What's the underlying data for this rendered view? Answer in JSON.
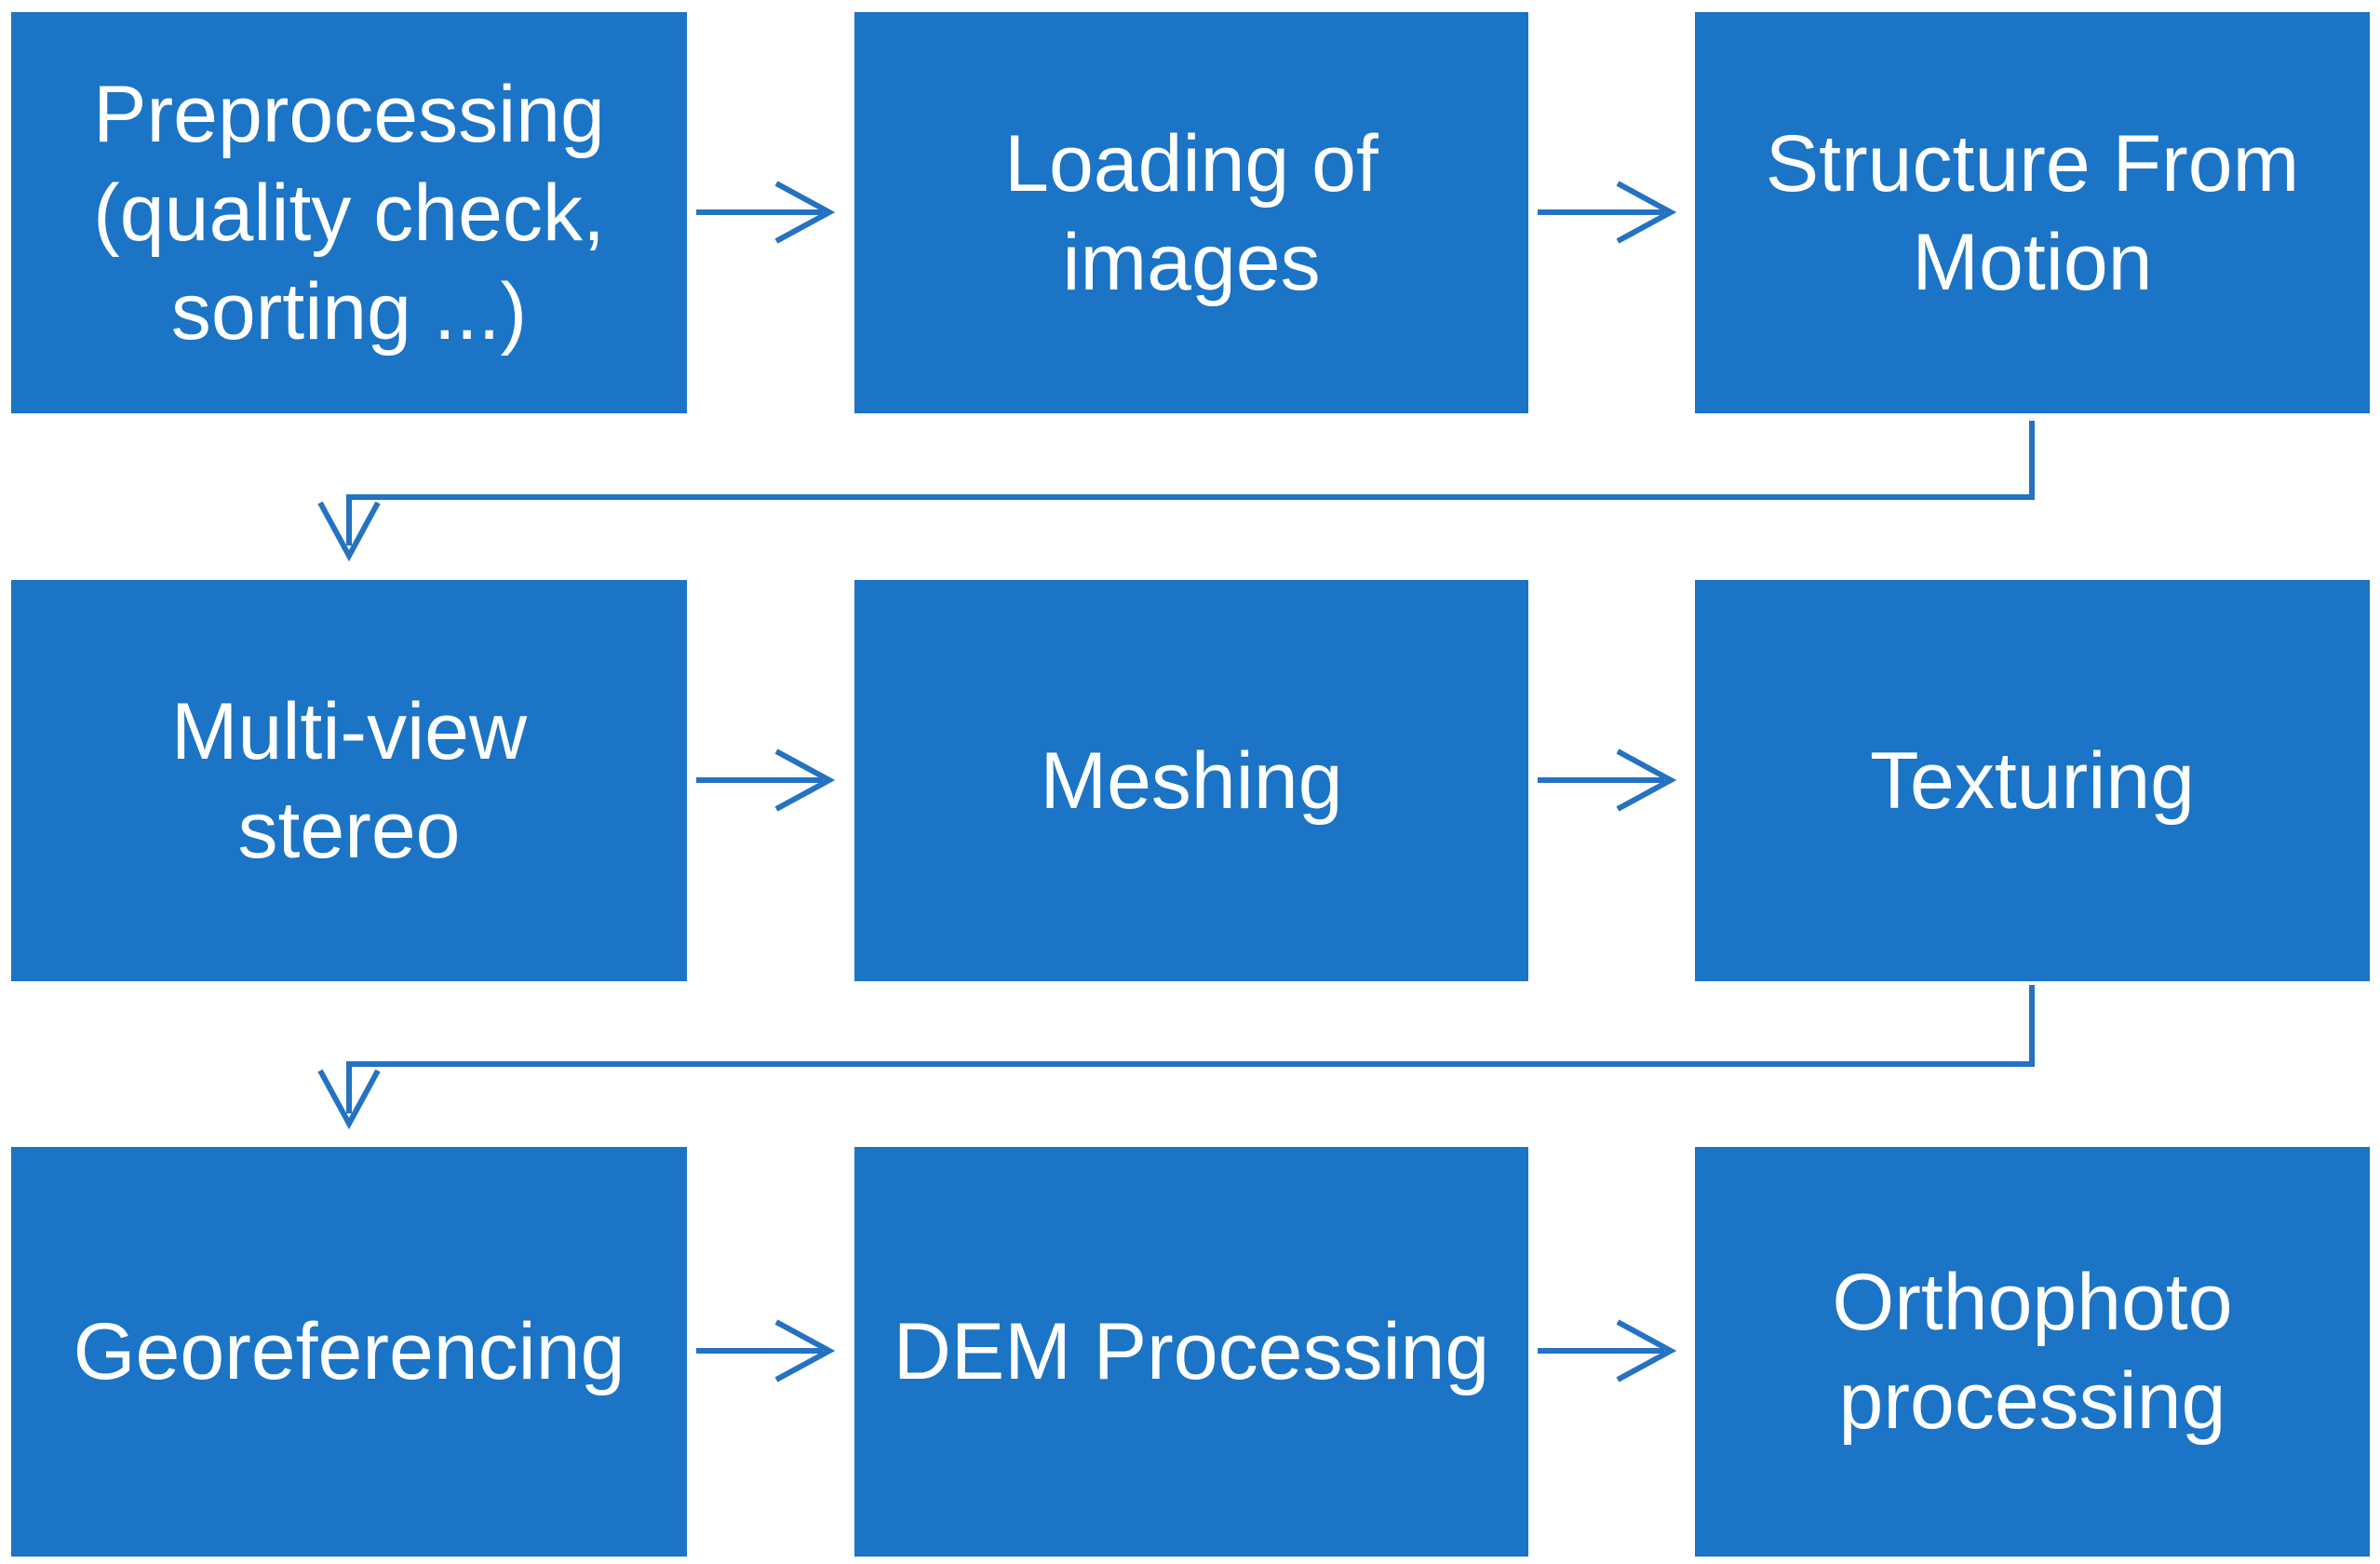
{
  "diagram": {
    "type": "flowchart",
    "colors": {
      "node_fill": "#1B74C5",
      "connector": "#2572C2",
      "node_text": "#FFFFFF",
      "background": "#FFFFFF"
    },
    "nodes": [
      {
        "id": "preprocessing",
        "label": "Preprocessing (quality check, sorting ...)",
        "lines": [
          "Preprocessing",
          "(quality check,",
          "sorting ...)"
        ]
      },
      {
        "id": "loading-of-images",
        "label": "Loading of images",
        "lines": [
          "Loading of",
          "images"
        ]
      },
      {
        "id": "structure-from-motion",
        "label": "Structure From Motion",
        "lines": [
          "Structure From",
          "Motion"
        ]
      },
      {
        "id": "multi-view-stereo",
        "label": "Multi-view stereo",
        "lines": [
          "Multi-view",
          "stereo"
        ]
      },
      {
        "id": "meshing",
        "label": "Meshing",
        "lines": [
          "Meshing"
        ]
      },
      {
        "id": "texturing",
        "label": "Texturing",
        "lines": [
          "Texturing"
        ]
      },
      {
        "id": "georeferencing",
        "label": "Georeferencing",
        "lines": [
          "Georeferencing"
        ]
      },
      {
        "id": "dem-processing",
        "label": "DEM Processing",
        "lines": [
          "DEM Processing"
        ]
      },
      {
        "id": "orthophoto-processing",
        "label": "Orthophoto processing",
        "lines": [
          "Orthophoto",
          "processing"
        ]
      }
    ],
    "edges": [
      {
        "from": "preprocessing",
        "to": "loading-of-images",
        "style": "straight-arrow"
      },
      {
        "from": "loading-of-images",
        "to": "structure-from-motion",
        "style": "straight-arrow"
      },
      {
        "from": "structure-from-motion",
        "to": "multi-view-stereo",
        "style": "elbow-arrow"
      },
      {
        "from": "multi-view-stereo",
        "to": "meshing",
        "style": "straight-arrow"
      },
      {
        "from": "meshing",
        "to": "texturing",
        "style": "straight-arrow"
      },
      {
        "from": "texturing",
        "to": "georeferencing",
        "style": "elbow-arrow"
      },
      {
        "from": "georeferencing",
        "to": "dem-processing",
        "style": "straight-arrow"
      },
      {
        "from": "dem-processing",
        "to": "orthophoto-processing",
        "style": "straight-arrow"
      }
    ]
  }
}
